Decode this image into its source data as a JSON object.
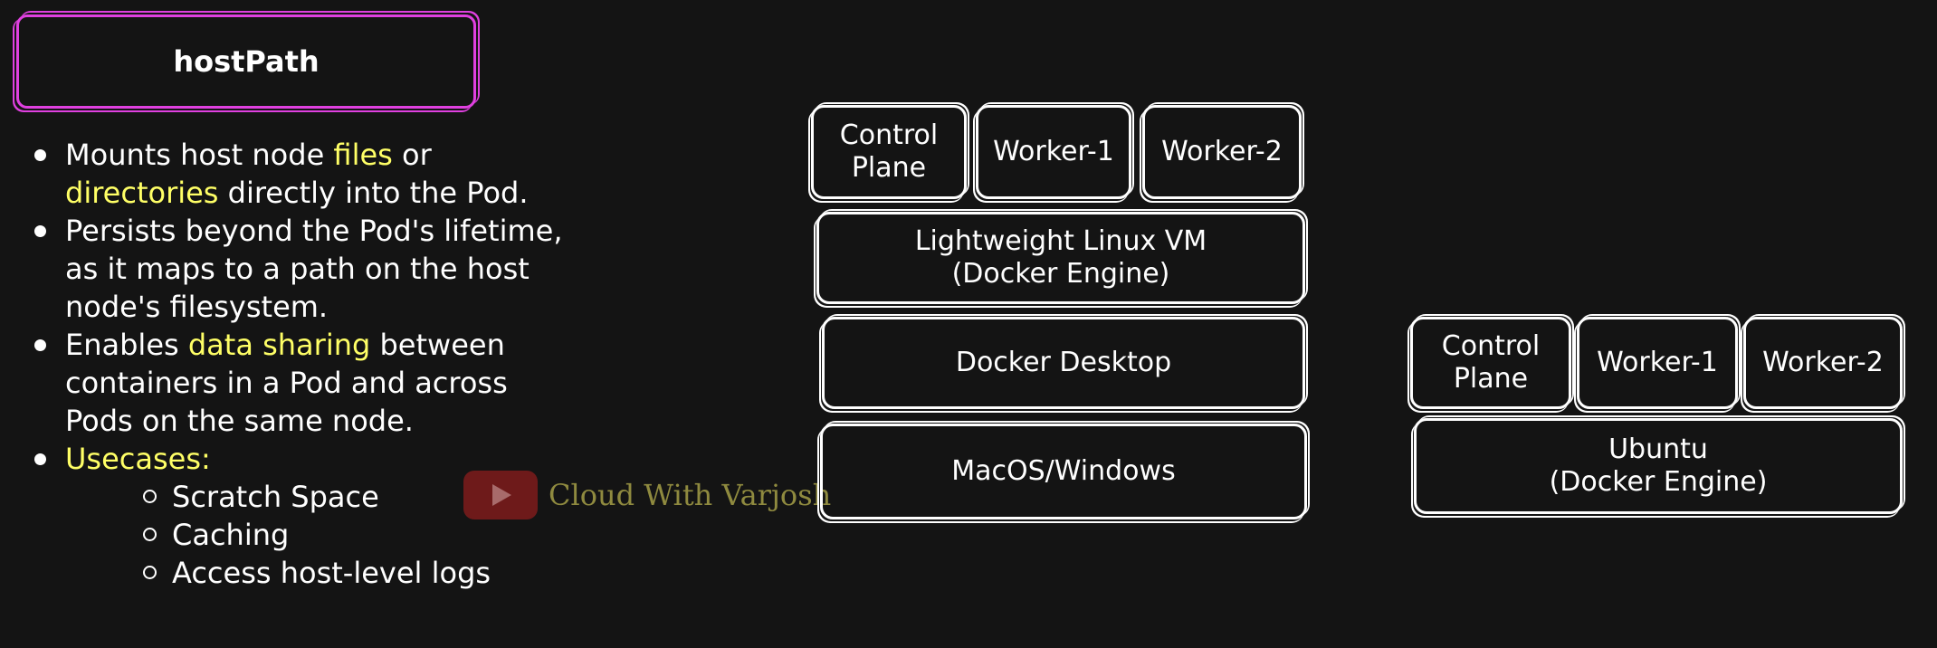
{
  "title": "hostPath",
  "bullets": [
    {
      "parts": [
        "Mounts host node ",
        "files",
        " or ",
        "directories",
        " directly into the Pod."
      ]
    },
    {
      "text": "Persists beyond the Pod's lifetime, as it maps to a path on the host node's filesystem."
    },
    {
      "parts": [
        "Enables ",
        "data sharing",
        " between containers in a Pod and across Pods on the same node."
      ]
    },
    {
      "label": "Usecases:",
      "sub": [
        "Scratch Space",
        "Caching",
        "Access host-level logs"
      ]
    }
  ],
  "watermark": {
    "text": "Cloud With Varjosh",
    "icon": "youtube-play-icon"
  },
  "left_stack": {
    "nodes": [
      "Control\nPlane",
      "Worker-1",
      "Worker-2"
    ],
    "vm": "Lightweight Linux VM\n(Docker Engine)",
    "desktop": "Docker Desktop",
    "os": "MacOS/Windows"
  },
  "right_stack": {
    "nodes": [
      "Control\nPlane",
      "Worker-1",
      "Worker-2"
    ],
    "base": "Ubuntu\n(Docker Engine)"
  },
  "colors": {
    "background": "#141414",
    "title_border": "#e040e0",
    "highlight": "#ffff66",
    "watermark": "#8f8a3f"
  }
}
